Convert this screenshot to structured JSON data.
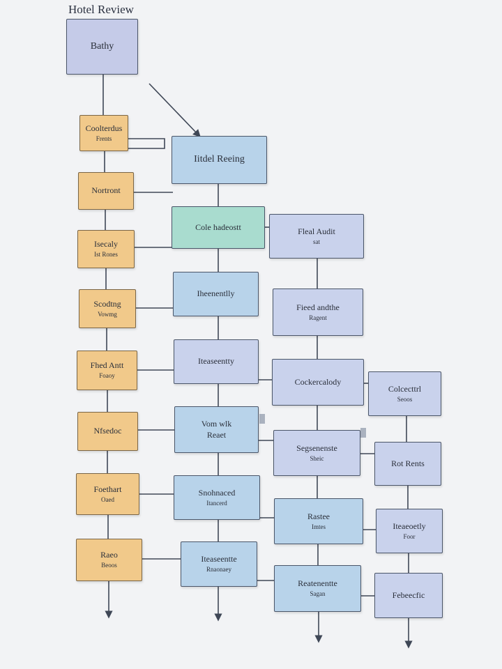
{
  "title": "Hotel Review",
  "nodes": {
    "root": {
      "label": "Bathy",
      "sub": ""
    },
    "o1": {
      "label": "Coolterdus",
      "sub": "Frents"
    },
    "o2": {
      "label": "Nortront",
      "sub": ""
    },
    "o3": {
      "label": "Isecaly",
      "sub": "Ist Rones"
    },
    "o4": {
      "label": "Scodtng",
      "sub": "Vowmg"
    },
    "o5": {
      "label": "Fhed Antt",
      "sub": "Foaoy"
    },
    "o6": {
      "label": "Nfsedoc",
      "sub": ""
    },
    "o7": {
      "label": "Foethart",
      "sub": "Oaed"
    },
    "o8": {
      "label": "Raeo",
      "sub": "Beoos"
    },
    "b1": {
      "label": "Iitdel Reeing",
      "sub": ""
    },
    "b2": {
      "label": "Cole hadeostt",
      "sub": ""
    },
    "b3": {
      "label": "Iheenentlly",
      "sub": ""
    },
    "b4": {
      "label": "Iteaseentty",
      "sub": ""
    },
    "b5": {
      "label": "Vom wlk",
      "sub": "Reaet"
    },
    "b6": {
      "label": "Snohnaced",
      "sub": "Itancerd"
    },
    "b7": {
      "label": "Iteaseentte",
      "sub": "Rnaonaey"
    },
    "c1": {
      "label": "Fleal Audit",
      "sub": "sat"
    },
    "c2": {
      "label": "Fieed andthe",
      "sub": "Ragent"
    },
    "c3": {
      "label": "Cockercalody",
      "sub": ""
    },
    "c4": {
      "label": "Segsenenste",
      "sub": "Sheic"
    },
    "c5": {
      "label": "Rastee",
      "sub": "Imtes"
    },
    "c6": {
      "label": "Reatenentte",
      "sub": "Sagan"
    },
    "d1": {
      "label": "Colcecttrl",
      "sub": "Seoos"
    },
    "d2": {
      "label": "Rot Rents",
      "sub": ""
    },
    "d3": {
      "label": "Iteaeoetly",
      "sub": "Foor"
    },
    "d4": {
      "label": "Febeecfic",
      "sub": ""
    }
  },
  "colors": {
    "root": "#c5cbe8",
    "orange": "#f1c98a",
    "blue": "#b8d3ea",
    "teal": "#a9dccf",
    "lavender": "#c9d2ec",
    "line": "#3f4756"
  }
}
